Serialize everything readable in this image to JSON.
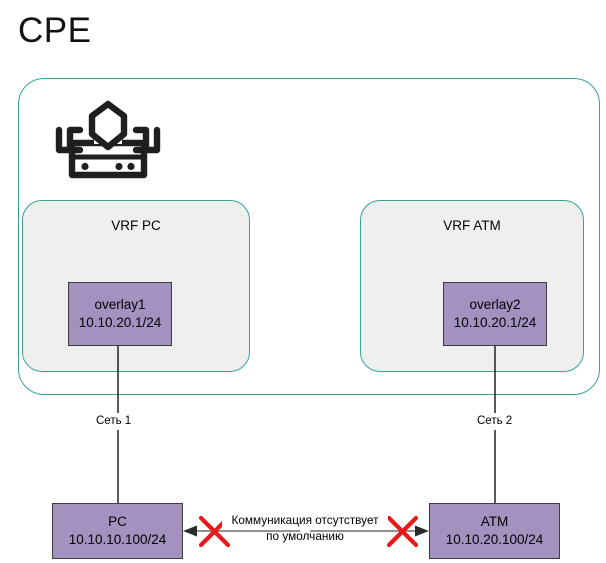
{
  "diagram": {
    "title": "CPE",
    "device_icon": "router-shield-icon",
    "outer_container_label": "CPE",
    "colors": {
      "container_border": "#36a397",
      "vrf_fill": "#efefef",
      "node_fill": "#a391c0",
      "node_border": "#3d3d3d",
      "blocked_marker": "#e8191b",
      "connector": "#000000",
      "arrow": "#666666"
    },
    "vrfs": [
      {
        "name": "VRF PC",
        "interface": {
          "name": "overlay1",
          "address": "10.10.20.1/24"
        },
        "network_label": "Сеть 1",
        "endpoint": {
          "name": "PC",
          "address": "10.10.10.100/24"
        }
      },
      {
        "name": "VRF ATM",
        "interface": {
          "name": "overlay2",
          "address": "10.10.20.1/24"
        },
        "network_label": "Сеть 2",
        "endpoint": {
          "name": "ATM",
          "address": "10.10.20.100/24"
        }
      }
    ],
    "blocked_link": {
      "caption_line1": "Коммуникация отсутствует",
      "caption_line2": "по умолчанию",
      "marker": "red-cross-icon",
      "marker_count": 2,
      "direction": "bidirectional"
    }
  }
}
